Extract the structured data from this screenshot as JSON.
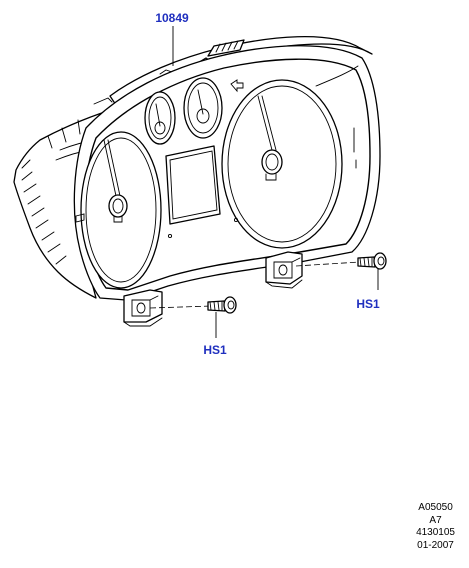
{
  "callouts": {
    "part_top": "10849",
    "screw_right": "HS1",
    "screw_bottom": "HS1"
  },
  "footer": {
    "line1": "A05050",
    "line2": "A7",
    "line3": "4130105",
    "line4": "01-2007"
  },
  "colors": {
    "callout": "#1f2fbf",
    "linework": "#000000"
  }
}
